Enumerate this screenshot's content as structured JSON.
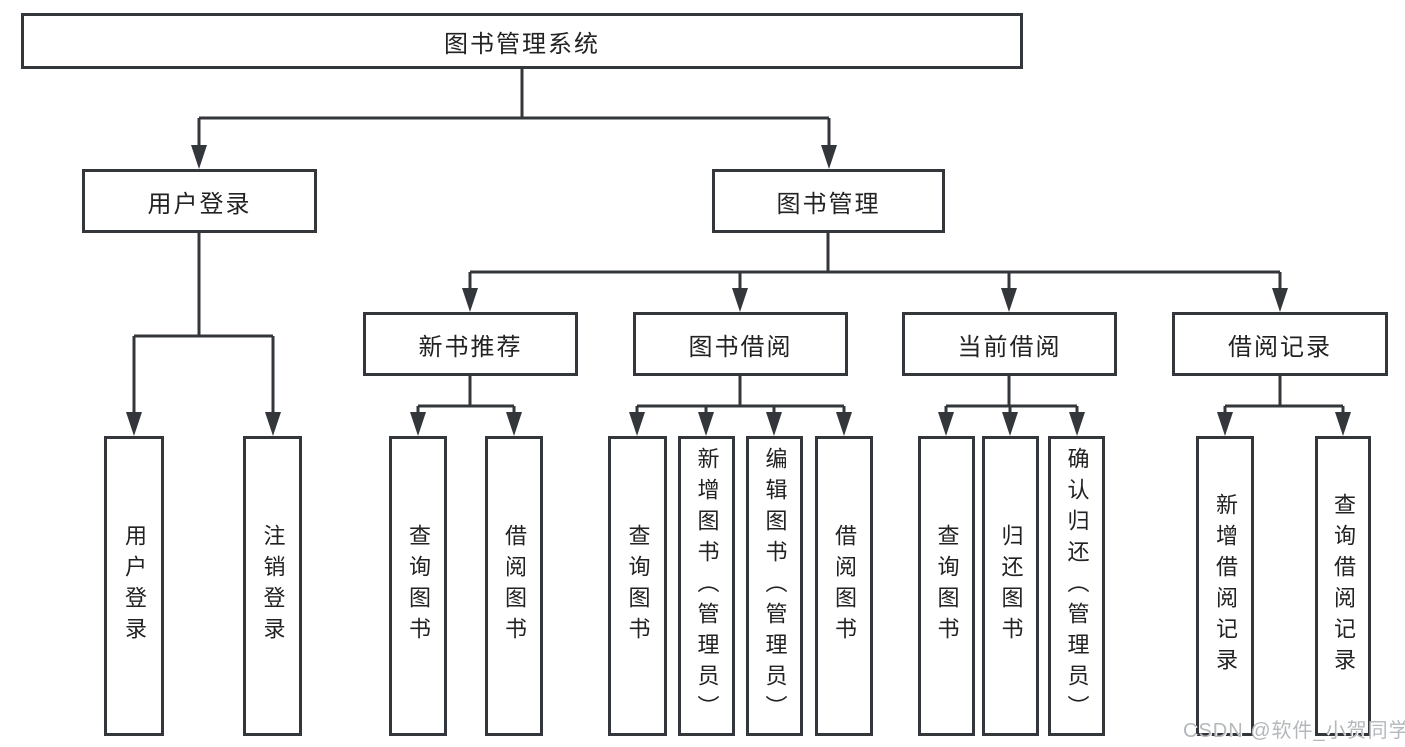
{
  "diagram": {
    "title": "图书管理系统",
    "level2": {
      "user_login": "用户登录",
      "book_management": "图书管理"
    },
    "level3": {
      "new_book_recommendation": "新书推荐",
      "book_borrowing": "图书借阅",
      "current_borrowing": "当前借阅",
      "borrowing_records": "借阅记录"
    },
    "leaves": {
      "user_login": "用户登录",
      "logout": "注销登录",
      "rec_query_books": "查询图书",
      "rec_borrow_books": "借阅图书",
      "borrow_query_books": "查询图书",
      "borrow_add_books": "新增图书（管理员）",
      "borrow_edit_books": "编辑图书（管理员）",
      "borrow_borrow_books": "借阅图书",
      "current_query_books": "查询图书",
      "current_return_books": "归还图书",
      "current_confirm_return": "确认归还（管理员）",
      "records_add_record": "新增借阅记录",
      "records_query_record": "查询借阅记录"
    }
  },
  "watermark": "CSDN @软件_小贺同学",
  "colors": {
    "line": "#33373b",
    "text": "#222222",
    "watermark": "#b4b8bb",
    "background": "#ffffff"
  }
}
